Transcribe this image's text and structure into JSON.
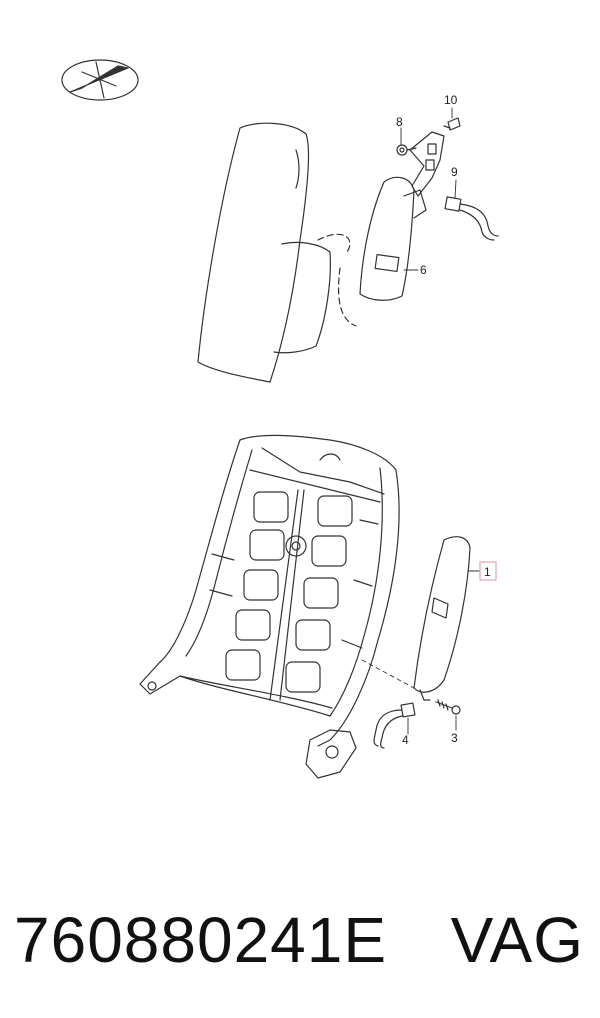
{
  "diagram": {
    "callouts": {
      "c1": "1",
      "c3": "3",
      "c4": "4",
      "c6": "6",
      "c8": "8",
      "c9": "9",
      "c10": "10"
    },
    "highlight_color": "#e6a4b0",
    "line_color": "#333333"
  },
  "footer": {
    "part_number": "760880241E",
    "brand": "VAG"
  }
}
